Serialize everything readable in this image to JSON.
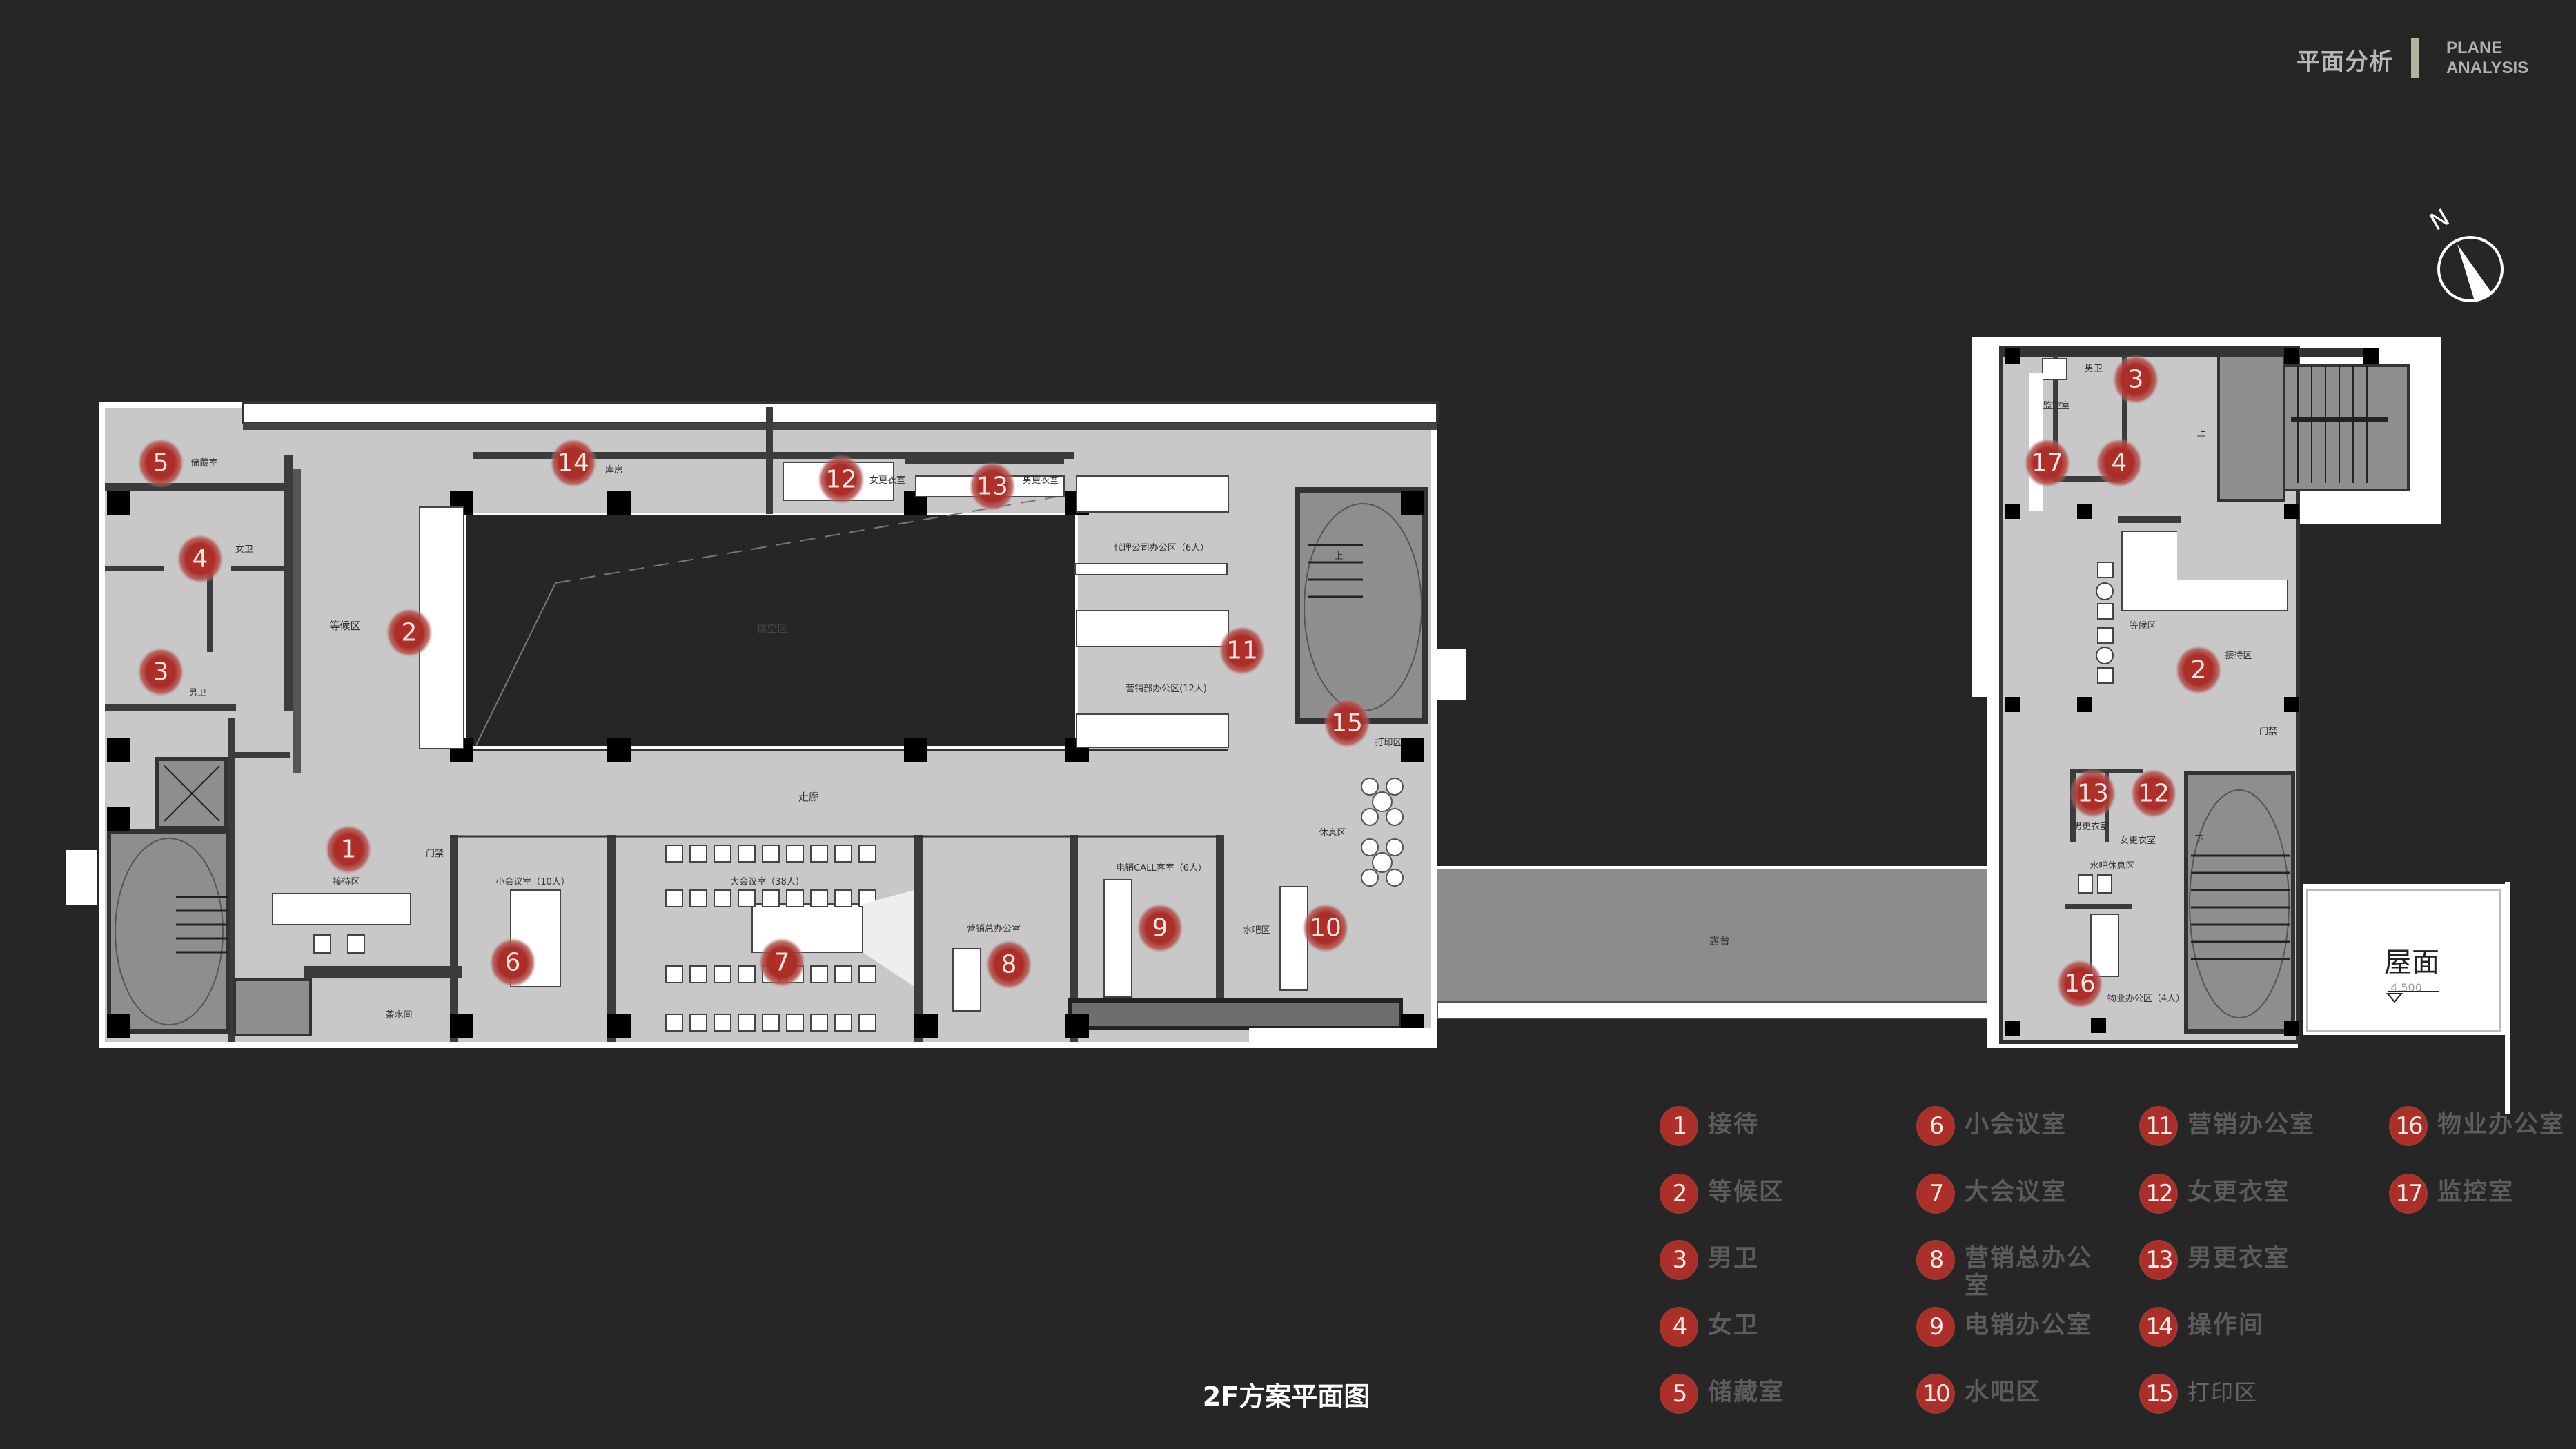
{
  "header": {
    "title_cn": "平面分析",
    "title_en_line1": "PLANE",
    "title_en_line2": "ANALYSIS"
  },
  "compass": {
    "north_label": "N"
  },
  "plan_title": "2F方案平面图",
  "main_rooms": {
    "storage": "储藏室",
    "warehouse": "库房",
    "female_wc": "女卫",
    "male_wc": "男卫",
    "waiting": "等候区",
    "void": "挑空区",
    "female_locker": "女更衣室",
    "male_locker": "男更衣室",
    "agency_office": "代理公司办公区（6人）",
    "marketing_office": "营销部办公区(12人)",
    "print": "打印区",
    "corridor": "走廊",
    "access": "门禁",
    "reception": "接待区",
    "small_meeting": "小会议室（10人）",
    "large_meeting": "大会议室（38人）",
    "director_office": "营销总办公室",
    "call_room": "电销CALL客室（6人）",
    "water_bar": "水吧区",
    "lounge": "休息区",
    "tea_room": "茶水间",
    "stair_up": "上"
  },
  "terrace": "露台",
  "annex_rooms": {
    "monitor": "监控室",
    "male_wc": "男卫",
    "waiting": "等候区",
    "reception": "接待区",
    "access": "门禁",
    "male_locker": "男更衣室",
    "female_locker": "女更衣室",
    "water_lounge": "水吧休息区",
    "property_office": "物业办公区（4人）",
    "stair_down": "下",
    "stair_up": "上"
  },
  "roof": {
    "label": "屋面",
    "elevation": "4.500"
  },
  "markers_main": [
    "5",
    "4",
    "3",
    "2",
    "1",
    "14",
    "12",
    "13",
    "11",
    "15",
    "6",
    "7",
    "8",
    "9",
    "10"
  ],
  "markers_annex": [
    "3",
    "4",
    "17",
    "2",
    "13",
    "12",
    "16"
  ],
  "legend": [
    {
      "num": "1",
      "label": "接待"
    },
    {
      "num": "2",
      "label": "等候区"
    },
    {
      "num": "3",
      "label": "男卫"
    },
    {
      "num": "4",
      "label": "女卫"
    },
    {
      "num": "5",
      "label": "储藏室"
    },
    {
      "num": "6",
      "label": "小会议室"
    },
    {
      "num": "7",
      "label": "大会议室"
    },
    {
      "num": "8",
      "label": "营销总办公室"
    },
    {
      "num": "9",
      "label": "电销办公室"
    },
    {
      "num": "10",
      "label": "水吧区"
    },
    {
      "num": "11",
      "label": "营销办公室"
    },
    {
      "num": "12",
      "label": "女更衣室"
    },
    {
      "num": "13",
      "label": "男更衣室"
    },
    {
      "num": "14",
      "label": "操作间"
    },
    {
      "num": "15",
      "label": "打印区"
    },
    {
      "num": "16",
      "label": "物业办公室"
    },
    {
      "num": "17",
      "label": "监控室"
    }
  ],
  "colors": {
    "background": "#262626",
    "floor": "#c8c8c8",
    "marker": "#b0302a",
    "wall": "#3c3c3c",
    "stair": "#8c8c8c"
  }
}
